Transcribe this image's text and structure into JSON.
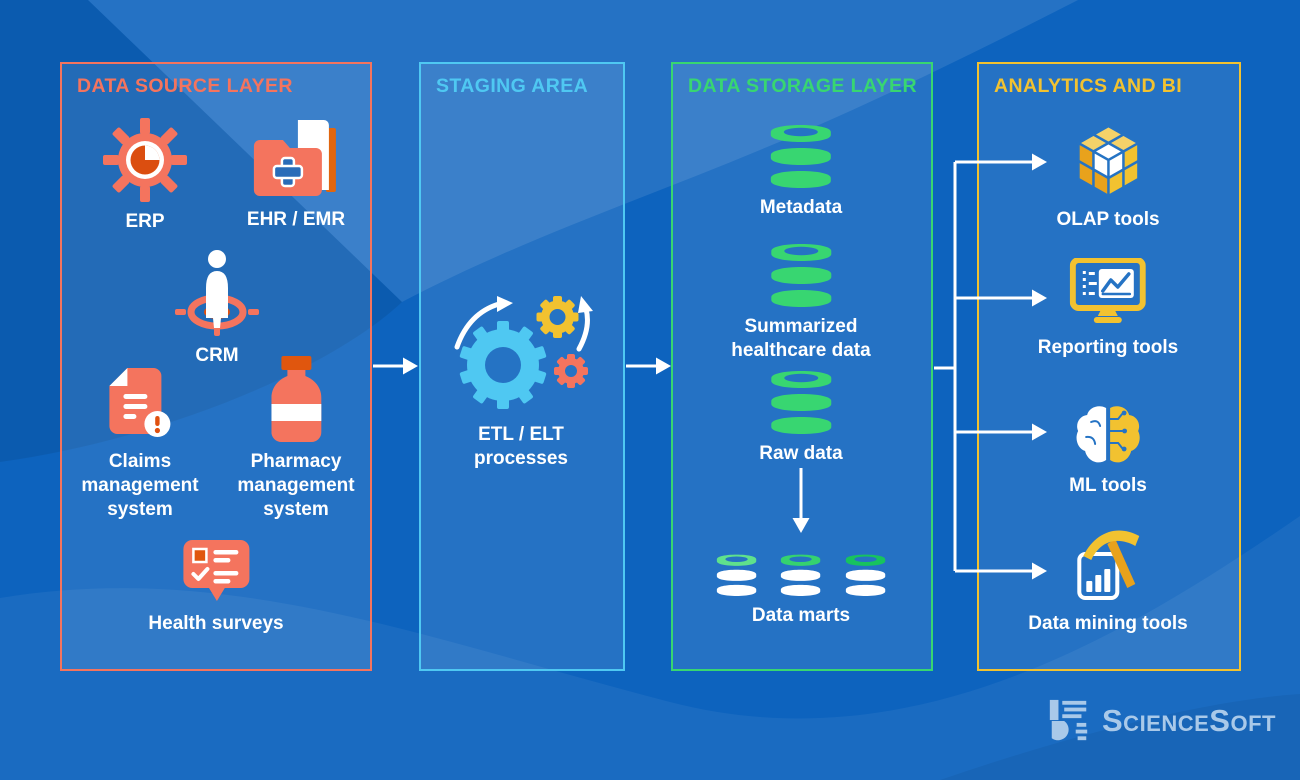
{
  "panels": {
    "source": {
      "title": "DATA SOURCE LAYER",
      "accent_color": "#F4745E",
      "items": [
        {
          "label": "ERP",
          "icon": "gear-pie-chart-icon"
        },
        {
          "label": "EHR / EMR",
          "icon": "medical-folder-icon"
        },
        {
          "label": "CRM",
          "icon": "customer-target-icon"
        },
        {
          "label": "Claims\nmanagement\nsystem",
          "icon": "claims-document-icon"
        },
        {
          "label": "Pharmacy\nmanagement\nsystem",
          "icon": "medicine-bottle-icon"
        },
        {
          "label": "Health surveys",
          "icon": "survey-checklist-icon"
        }
      ]
    },
    "staging": {
      "title": "STAGING AREA",
      "accent_color": "#4FC8F2",
      "items": [
        {
          "label": "ETL / ELT\nprocesses",
          "icon": "process-gears-icon"
        }
      ]
    },
    "storage": {
      "title": "DATA STORAGE LAYER",
      "accent_color": "#38D671",
      "items": [
        {
          "label": "Metadata",
          "icon": "database-icon"
        },
        {
          "label": "Summarized\nhealthcare data",
          "icon": "database-icon"
        },
        {
          "label": "Raw data",
          "icon": "database-icon"
        },
        {
          "label": "Data marts",
          "icon": "database-trio-icon"
        }
      ]
    },
    "analytics": {
      "title": "ANALYTICS AND BI",
      "accent_color": "#F2C230",
      "items": [
        {
          "label": "OLAP tools",
          "icon": "olap-cube-icon"
        },
        {
          "label": "Reporting tools",
          "icon": "report-monitor-icon"
        },
        {
          "label": "ML tools",
          "icon": "brain-circuit-icon"
        },
        {
          "label": "Data mining tools",
          "icon": "pickaxe-chart-icon"
        }
      ]
    }
  },
  "logo": {
    "text": "ScienceSoft",
    "color": "#A9C9E9"
  },
  "colors": {
    "background": "#0D63BE",
    "arrow": "#FFFFFF"
  }
}
